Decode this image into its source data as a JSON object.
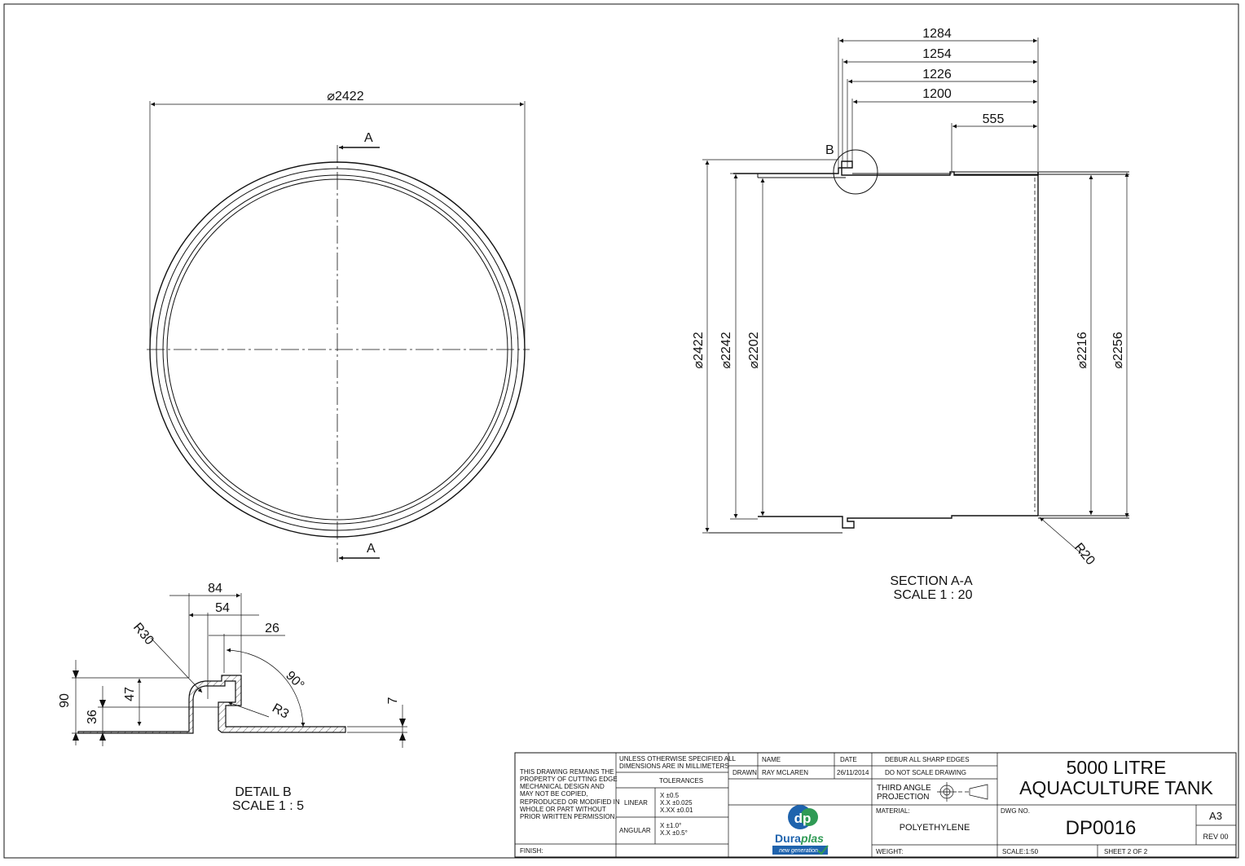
{
  "plan_view": {
    "diameter": "⌀2422",
    "section_mark_top": "A",
    "section_mark_bottom": "A"
  },
  "section_view": {
    "dims_horizontal": [
      "1284",
      "1254",
      "1226",
      "1200",
      "555"
    ],
    "detail_callout": "B",
    "dims_left": [
      "⌀2422",
      "⌀2242",
      "⌀2202"
    ],
    "dims_right": [
      "⌀2216",
      "⌀2256"
    ],
    "radius": "R20",
    "caption_line1": "SECTION A-A",
    "caption_line2": "SCALE 1 : 20"
  },
  "detail_view": {
    "dims_top": [
      "84",
      "54",
      "26"
    ],
    "radius_outer": "R30",
    "radius_inner": "R3",
    "angle": "90°",
    "dims_left": [
      "90",
      "47",
      "36"
    ],
    "thickness": "7",
    "caption_line1": "DETAIL B",
    "caption_line2": "SCALE 1 : 5"
  },
  "title_block": {
    "copyright": [
      "THIS DRAWING REMAINS THE",
      "PROPERTY OF CUTTING EDGE",
      "MECHANICAL DESIGN AND",
      "MAY NOT BE COPIED,",
      "REPRODUCED OR MODIFIED IN",
      "WHOLE OR PART WITHOUT",
      "PRIOR WRITTEN PERMISSION."
    ],
    "finish_label": "FINISH:",
    "units_note": [
      "UNLESS OTHERWISE SPECIFIED ALL",
      "DIMENSIONS ARE IN MILLIMETERS"
    ],
    "tolerances_label": "TOLERANCES",
    "linear_label": "LINEAR",
    "linear_values": [
      "X ±0.5",
      "X.X ±0.025",
      "X.XX ±0.01"
    ],
    "angular_label": "ANGULAR",
    "angular_values": [
      "X ±1.0°",
      "X.X ±0.5°"
    ],
    "name_label": "NAME",
    "date_label": "DATE",
    "drawn_label": "DRAWN",
    "drawn_name": "RAY MCLAREN",
    "drawn_date": "26/11/2014",
    "note_debur": "DEBUR ALL SHARP EDGES",
    "note_scale": "DO NOT SCALE DRAWING",
    "projection": [
      "THIRD ANGLE",
      "PROJECTION"
    ],
    "material_label": "MATERIAL:",
    "material_value": "POLYETHYLENE",
    "weight_label": "WEIGHT:",
    "title_line1": "5000 LITRE",
    "title_line2": "AQUACULTURE TANK",
    "dwg_no_label": "DWG NO.",
    "dwg_no": "DP0016",
    "sheet_size": "A3",
    "rev": "REV 00",
    "scale": "SCALE:1:50",
    "sheet": "SHEET 2 OF 2",
    "logo_brand_a": "Dura",
    "logo_brand_b": "plas",
    "logo_tagline": "new generation",
    "logo_mark": "dp"
  },
  "colors": {
    "logo_blue": "#1f63ad",
    "logo_green": "#2f9a55",
    "line": "#111111"
  }
}
